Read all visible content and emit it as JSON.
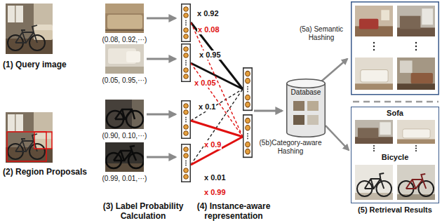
{
  "diagram": {
    "nodes": [
      {
        "text": [
          "(1) Query image"
        ]
      },
      {
        "text": [
          "(2) Region Proposals"
        ]
      },
      {
        "text": [
          "(0.08, 0.92,···)"
        ]
      },
      {
        "text": [
          "(0.05, 0.95,···)"
        ]
      },
      {
        "text": [
          "(0.90, 0.10,···)"
        ]
      },
      {
        "text": [
          "(0.99, 0.01,···)"
        ]
      },
      {
        "text": [
          "Database"
        ]
      },
      {
        "text": [
          "Sofa",
          "Bicycle",
          "(5) Retrieval Results"
        ]
      }
    ],
    "edges": [
      {
        "from": 6,
        "to": 7,
        "arrow": "to",
        "label": "(5b)Category-aware Hashing"
      }
    ],
    "labels": [
      "(3) Label Probability Calculation",
      "(4) Instance-aware representation",
      "x 0.92",
      "x 0.08",
      "x 0.95",
      "x 0.05",
      "x 0.1",
      "x 0.9",
      "x 0.01",
      "x 0.99",
      "(5a) Semantic Hashing"
    ]
  }
}
